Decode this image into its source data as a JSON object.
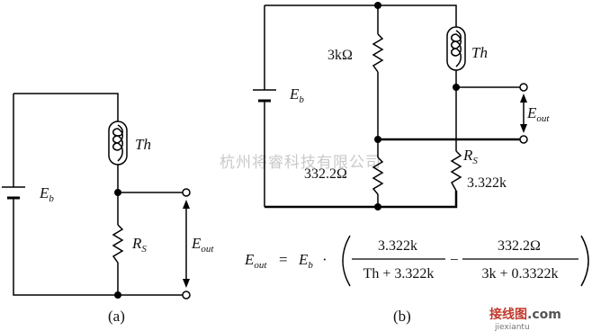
{
  "circuit_a": {
    "caption": "(a)",
    "battery": {
      "symbol": "E",
      "sub": "b"
    },
    "thermistor": {
      "label": "Th"
    },
    "resistor": {
      "symbol": "R",
      "sub": "S"
    },
    "output": {
      "symbol": "E",
      "sub": "out"
    }
  },
  "circuit_b": {
    "caption": "(b)",
    "battery": {
      "symbol": "E",
      "sub": "b"
    },
    "r_top": "3kΩ",
    "r_bottom": "332.2Ω",
    "thermistor": {
      "label": "Th"
    },
    "rs": {
      "symbol": "R",
      "sub": "S",
      "value": "3.322k"
    },
    "output": {
      "symbol": "E",
      "sub": "out"
    }
  },
  "equation": {
    "lhs": {
      "symbol": "E",
      "sub": "out"
    },
    "equals": "=",
    "eb": {
      "symbol": "E",
      "sub": "b"
    },
    "dot": "·",
    "frac1": {
      "num": "3.322k",
      "den": "Th + 3.322k"
    },
    "minus": "−",
    "frac2": {
      "num": "332.2Ω",
      "den": "3k + 0.3322k"
    }
  },
  "watermark": {
    "center": "杭州将睿科技有限公司",
    "brand": "接线图",
    "brand_suffix": ".com",
    "site": "jiexiantu"
  }
}
